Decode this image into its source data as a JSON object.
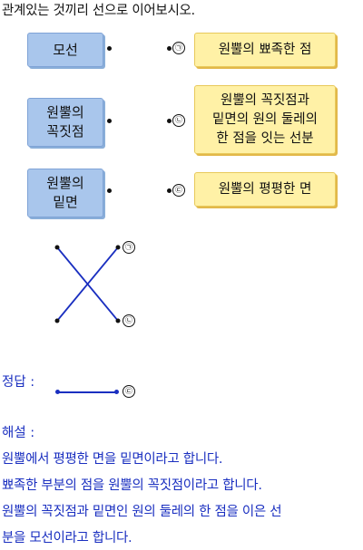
{
  "instruction": "관계있는 것끼리 선으로 이어보시오.",
  "left_items": [
    "모선",
    "원뿔의\n꼭짓점",
    "원뿔의\n밑면"
  ],
  "right_items": [
    {
      "marker": "㉠",
      "text": "원뿔의 뾰족한 점"
    },
    {
      "marker": "㉡",
      "text": "원뿔의 꼭짓점과\n밑면의 원의 둘레의\n한 점을 잇는 선분"
    },
    {
      "marker": "㉢",
      "text": "원뿔의 평평한 면"
    }
  ],
  "diagram_markers": [
    "㉠",
    "㉡"
  ],
  "answer": {
    "label": "정답 :",
    "marker": "㉢"
  },
  "explanation": {
    "label": "해설 :",
    "lines": [
      "원뿔에서 평평한 면을 밑면이라고 합니다.",
      "뾰족한 부분의 점을 원뿔의 꼭짓점이라고 합니다.",
      "원뿔의 꼭짓점과 밑면인 원의 둘레의 한 점을 이은 선",
      "분을 모선이라고 합니다."
    ]
  }
}
